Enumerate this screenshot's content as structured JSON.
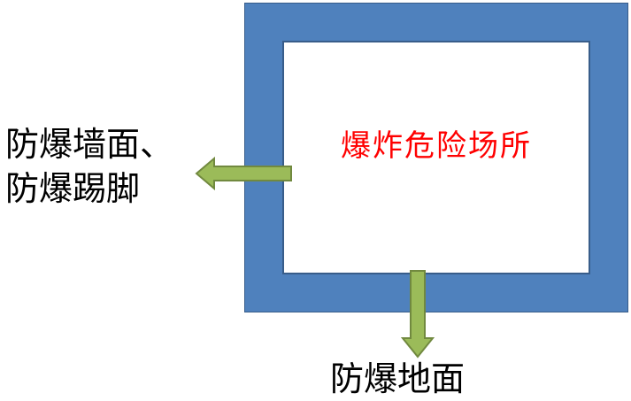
{
  "diagram": {
    "inner_label": "爆炸危险场所",
    "left_label_line1": "防爆墙面、",
    "left_label_line2": "防爆踢脚",
    "bottom_label": "防爆地面"
  },
  "colors": {
    "wall_fill": "#4f81bd",
    "wall_border": "#385d8a",
    "arrow_fill": "#9bbb59",
    "arrow_stroke": "#71893f",
    "inner_text": "#ff0000"
  }
}
